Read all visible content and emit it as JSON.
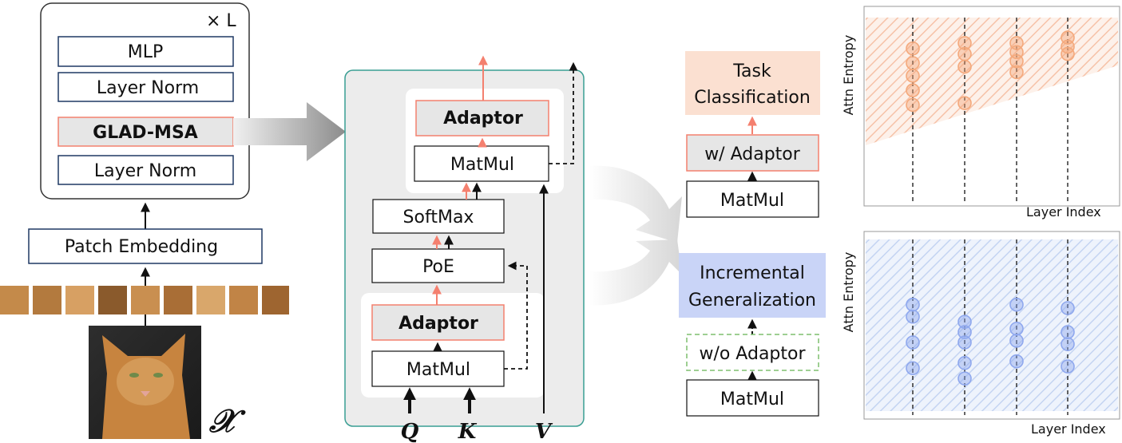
{
  "vit_block": {
    "repeat": "× L",
    "mlp": "MLP",
    "norm_top": "Layer Norm",
    "msa": "GLAD-MSA",
    "norm_bottom": "Layer Norm"
  },
  "patch_embedding": "Patch Embedding",
  "input_symbol": "𝒳",
  "attention": {
    "adaptor_top": "Adaptor",
    "matmul_top": "MatMul",
    "softmax": "SoftMax",
    "poe": "PoE",
    "adaptor_bottom": "Adaptor",
    "matmul_bottom": "MatMul",
    "inputs": [
      "Q",
      "K",
      "V"
    ]
  },
  "outcomes": {
    "task_line1": "Task",
    "task_line2": "Classification",
    "with_adaptor": "w/ Adaptor",
    "matmul_1": "MatMul",
    "incr_line1": "Incremental",
    "incr_line2": "Generalization",
    "without_adaptor": "w/o Adaptor",
    "matmul_2": "MatMul"
  },
  "colors": {
    "navy": "#1f3864",
    "salmon": "#f4806f",
    "peach": "#fbe0d1",
    "lavender": "#c9d4f7",
    "panel": "#ececec",
    "teal": "#3a9e93",
    "green_dash": "#7fbf6f",
    "orange_dot": "#f4a97c",
    "blue_dot": "#8fa8ee"
  },
  "chart_data": [
    {
      "type": "scatter",
      "ylabel": "Attn Entropy",
      "xlabel": "Layer Index",
      "x": [
        1,
        2,
        3,
        4
      ],
      "points": [
        [
          1,
          0.83
        ],
        [
          1,
          0.75
        ],
        [
          1,
          0.68
        ],
        [
          1,
          0.6
        ],
        [
          1,
          0.52
        ],
        [
          2,
          0.86
        ],
        [
          2,
          0.8
        ],
        [
          2,
          0.73
        ],
        [
          2,
          0.53
        ],
        [
          3,
          0.86
        ],
        [
          3,
          0.81
        ],
        [
          3,
          0.76
        ],
        [
          3,
          0.7
        ],
        [
          4,
          0.89
        ],
        [
          4,
          0.84
        ],
        [
          4,
          0.8
        ]
      ],
      "region": "wedge",
      "color": "#f4a97c"
    },
    {
      "type": "scatter",
      "ylabel": "Attn Entropy",
      "xlabel": "Layer Index",
      "x": [
        1,
        2,
        3,
        4
      ],
      "points": [
        [
          1,
          0.62
        ],
        [
          1,
          0.55
        ],
        [
          1,
          0.4
        ],
        [
          1,
          0.25
        ],
        [
          2,
          0.52
        ],
        [
          2,
          0.46
        ],
        [
          2,
          0.4
        ],
        [
          2,
          0.28
        ],
        [
          2,
          0.19
        ],
        [
          3,
          0.62
        ],
        [
          3,
          0.48
        ],
        [
          3,
          0.41
        ],
        [
          3,
          0.29
        ],
        [
          4,
          0.6
        ],
        [
          4,
          0.46
        ],
        [
          4,
          0.39
        ],
        [
          4,
          0.26
        ]
      ],
      "region": "full",
      "color": "#8fa8ee"
    }
  ]
}
